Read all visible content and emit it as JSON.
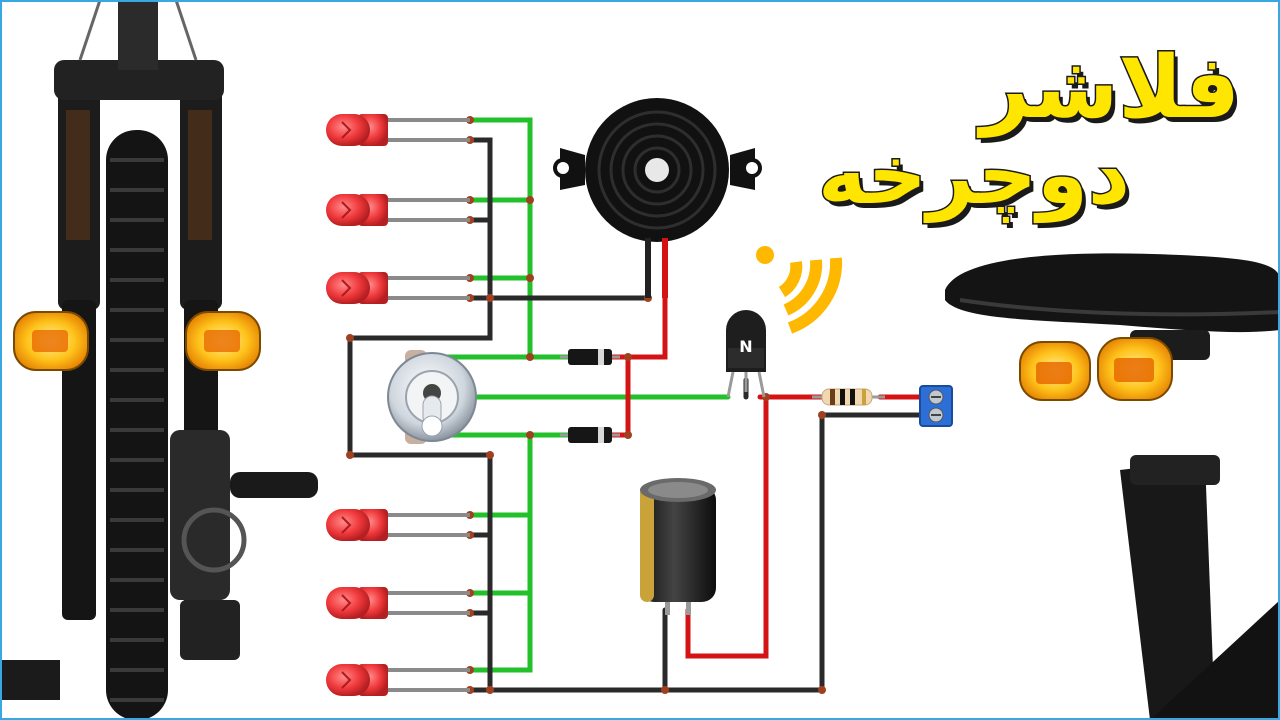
{
  "title": {
    "line1": "فلاشر",
    "line2": "دوچرخه"
  },
  "components": {
    "transistor_label": "N"
  },
  "colors": {
    "title_fill": "#ffe600",
    "title_stroke": "#1a1a1a",
    "wire_green": "#22c02a",
    "wire_red": "#d41414",
    "wire_black": "#2a2a2a",
    "led_red": "#f0393c",
    "amber_light": "#ffb400",
    "signal_orange": "#ffb800",
    "frame_border": "#39a7e0"
  },
  "icons": [
    "buzzer-icon",
    "wireless-signal-icon",
    "toggle-switch-icon",
    "capacitor-icon",
    "diode-icon",
    "resistor-icon",
    "terminal-block-icon",
    "transistor-icon",
    "led-icon"
  ]
}
